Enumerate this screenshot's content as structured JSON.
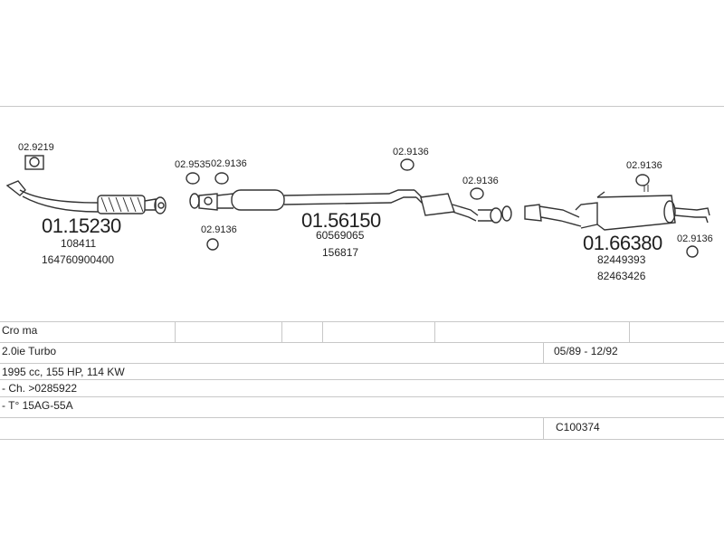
{
  "parts": {
    "gasket_topleft": "02.9219",
    "front_pipe": {
      "number": "01.15230",
      "ref1": "108411",
      "ref2": "164760900400"
    },
    "gasket_a": "02.9535",
    "gasket_b": "02.9136",
    "gasket_c": "02.9136",
    "middle": {
      "number": "01.56150",
      "ref1": "60569065",
      "ref2": "156817"
    },
    "gasket_d": "02.9136",
    "gasket_e": "02.9136",
    "gasket_f": "02.9136",
    "rear": {
      "number": "01.66380",
      "ref1": "82449393",
      "ref2": "82463426"
    },
    "gasket_g": "02.9136"
  },
  "table": {
    "model": "Cro ma",
    "engine": "2.0ie Turbo",
    "dates": "05/89 - 12/92",
    "specs": "1995 cc, 155 HP, 114 KW",
    "chassis": "- Ch. >0285922",
    "type": "- T° 15AG-55A",
    "code": "C100374"
  }
}
